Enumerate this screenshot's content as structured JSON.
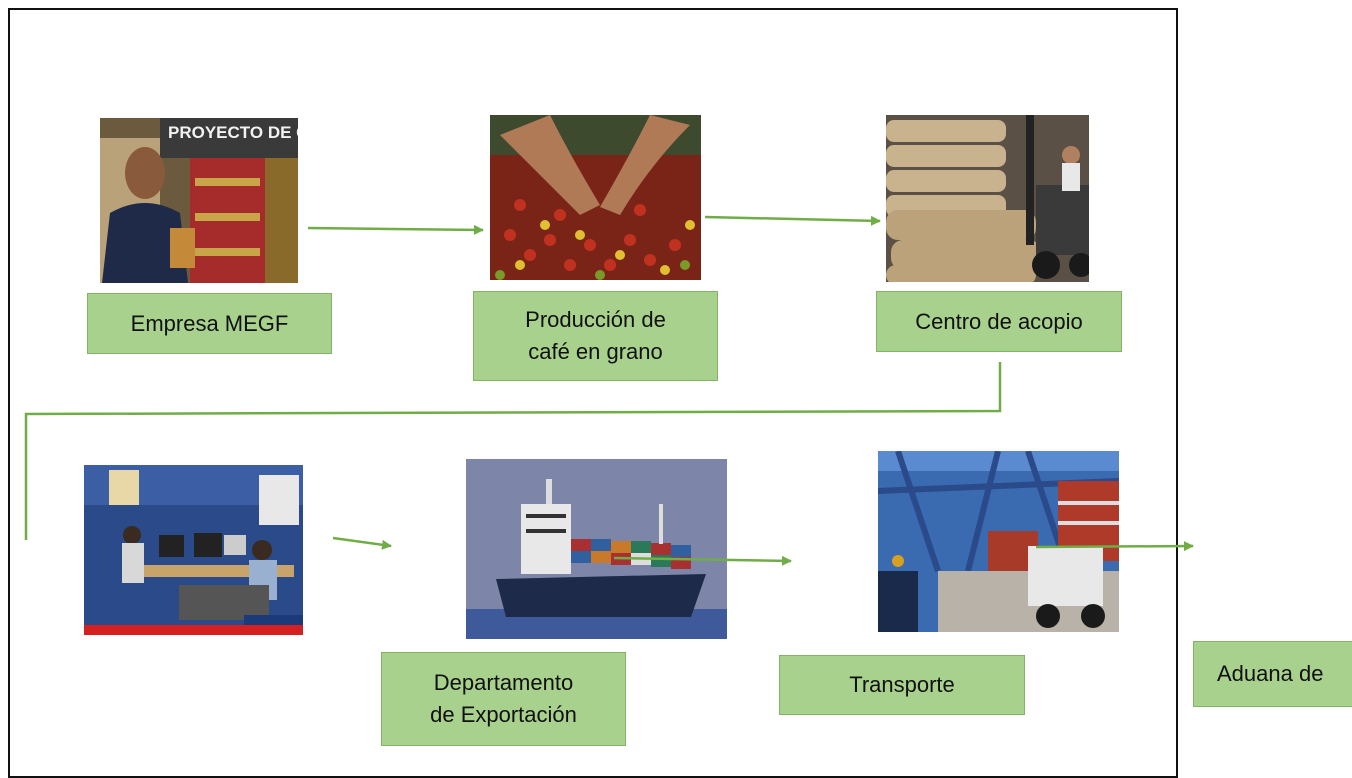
{
  "steps": {
    "empresa": "Empresa MEGF",
    "produccion": "Producción de\ncafé en grano",
    "acopio": "Centro de acopio",
    "departamento": "Departamento\nde Exportación",
    "transporte": "Transporte",
    "aduana": "Aduana de"
  },
  "photo_text": {
    "banner": "PROYECTO DE CA"
  },
  "colors": {
    "box_fill": "#a9d18e",
    "box_border": "#82b366",
    "arrow": "#70ad47"
  }
}
